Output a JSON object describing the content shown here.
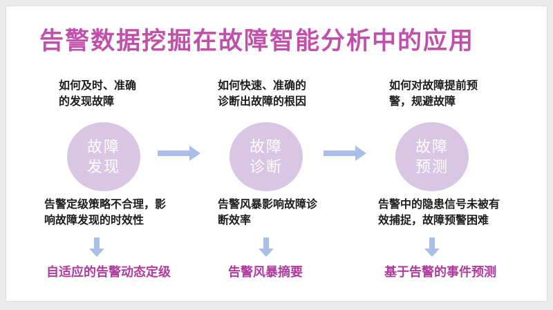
{
  "colors": {
    "page_background": "#ebebeb",
    "slide_background": "#ffffff",
    "title_pink": "#c050ab",
    "solution_pink": "#b13a9e",
    "circle_lavender": "#d8c6e4",
    "arrow_blue": "#a9bfe8",
    "body_text": "#1c1c1c"
  },
  "title": "告警数据挖掘在故障智能分析中的应用",
  "columns": [
    {
      "question": "如何及时、准确\n的发现故障",
      "circle_label": "故障\n发现",
      "problem": "告警定级策略不合理，影\n响故障发现的时效性",
      "solution": "自适应的告警动态定级"
    },
    {
      "question": "如何快速、准确的\n诊断出故障的根因",
      "circle_label": "故障\n诊断",
      "problem": "告警风暴影响故障诊\n断效率",
      "solution": "告警风暴摘要"
    },
    {
      "question": "如何对故障提前预\n警，规避故障",
      "circle_label": "故障\n预测",
      "problem": "告警中的隐患信号未被有\n效捕捉，故障预警困难",
      "solution": "基于告警的事件预测"
    }
  ],
  "icons": {
    "right_arrow_glyph": "→",
    "down_arrow_glyph": "↓"
  }
}
